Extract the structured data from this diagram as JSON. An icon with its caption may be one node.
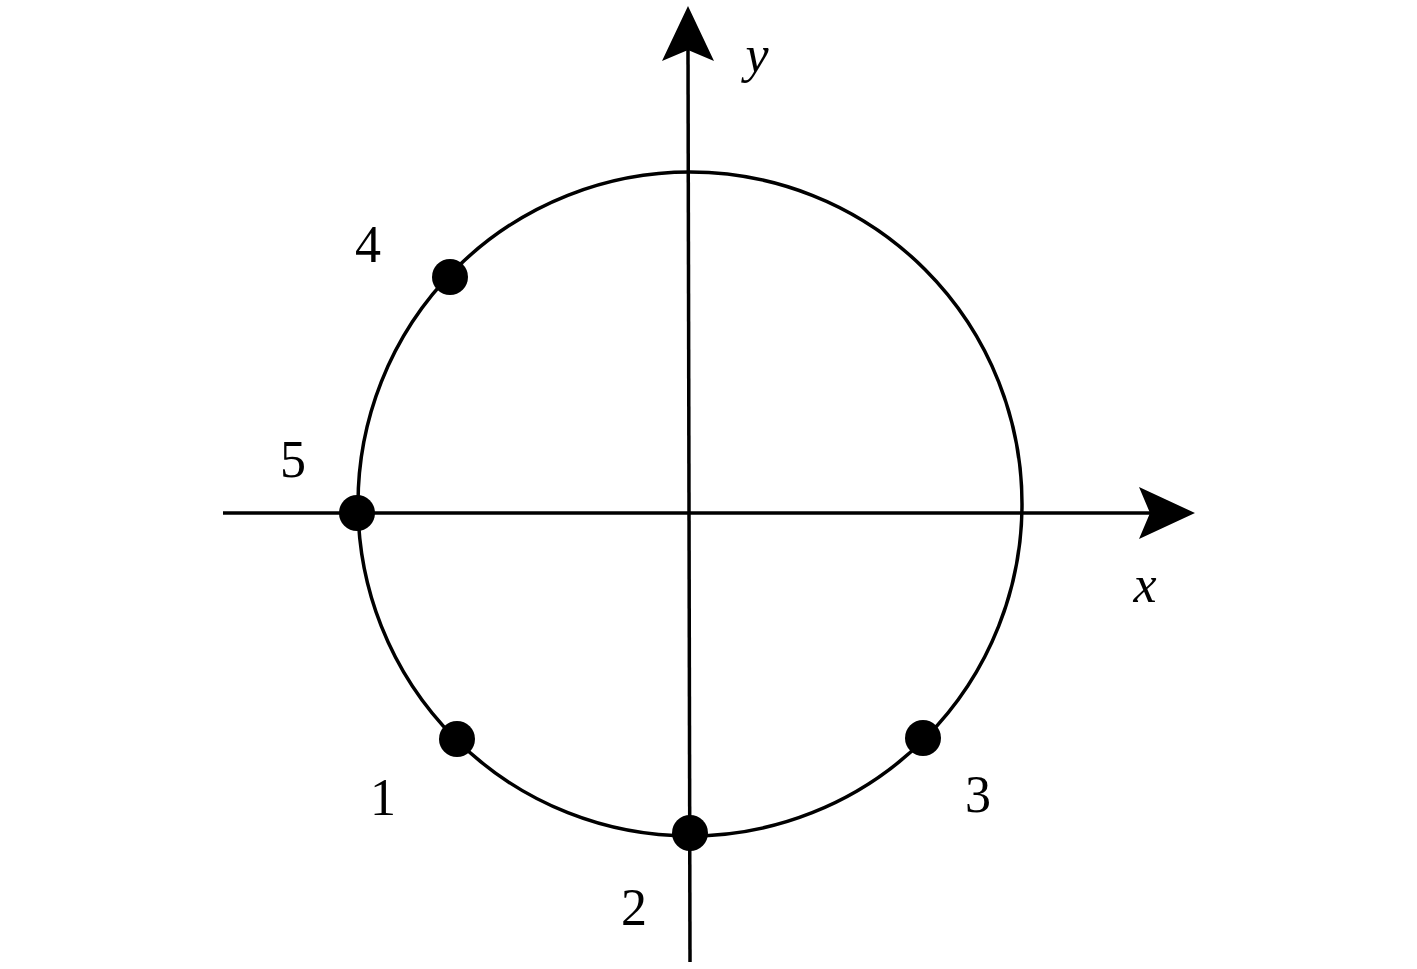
{
  "diagram": {
    "nodes": [
      {
        "text": [],
        "shape": "circle",
        "beside": [
          "4"
        ]
      },
      {
        "text": [],
        "shape": "circle",
        "beside": [
          "5"
        ]
      },
      {
        "text": [],
        "shape": "circle",
        "beside": [
          "1"
        ]
      },
      {
        "text": [],
        "shape": "circle",
        "beside": [
          "3"
        ]
      },
      {
        "text": [],
        "shape": "circle",
        "beside": [
          "2"
        ]
      }
    ],
    "labels": [
      "y",
      "x"
    ]
  }
}
